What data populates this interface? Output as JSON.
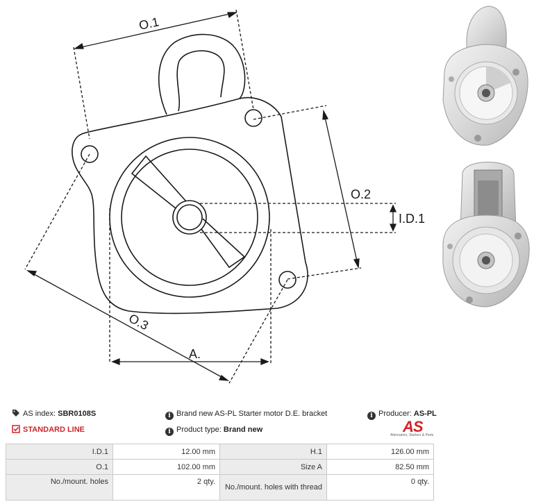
{
  "dimension_labels": {
    "o1": "O.1",
    "o2": "O.2",
    "o3": "O.3",
    "id1": "I.D.1",
    "a": "A."
  },
  "info": {
    "as_index_label": "AS index:",
    "as_index_value": "SBR0108S",
    "standard_line": "STANDARD LINE",
    "description": "Brand new AS-PL Starter motor D.E. bracket",
    "product_type_label": "Product type:",
    "product_type_value": "Brand new",
    "producer_label": "Producer:",
    "producer_value": "AS-PL"
  },
  "logo": {
    "text": "AS",
    "tagline": "Alternators, Starters & Parts"
  },
  "colors": {
    "accent_red": "#d2232a",
    "table_label_bg": "#ececec",
    "line": "#1a1a1a"
  },
  "params": [
    {
      "l1": "I.D.1",
      "v1": "12.00 mm",
      "l2": "H.1",
      "v2": "126.00 mm"
    },
    {
      "l1": "O.1",
      "v1": "102.00 mm",
      "l2": "Size A",
      "v2": "82.50 mm"
    },
    {
      "l1": "No./mount. holes",
      "v1": "2 qty.",
      "l2": "No./mount. holes with thread",
      "v2": "0 qty."
    }
  ]
}
